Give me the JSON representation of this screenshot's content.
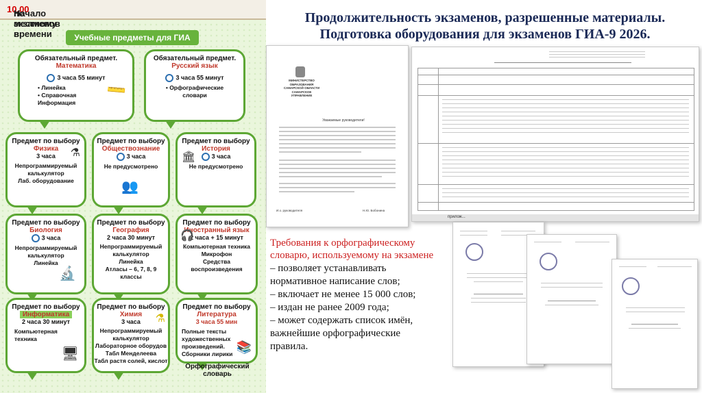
{
  "poster": {
    "header_prefix": "Начало экзаменов в ",
    "header_time": "10.00",
    "header_suffix": " по местному времени",
    "banner": "Учебные предметы  для ГИА",
    "bottom_caption_1": "Орфографический",
    "bottom_caption_2": "словарь",
    "colors": {
      "green": "#5da734",
      "red": "#c0392b",
      "bg": "#eaf6dc"
    },
    "cards": [
      {
        "title": "Обязательный предмет.",
        "subject": "Математика",
        "duration": "3 часа 55 минут",
        "materials": [
          "• Линейка",
          "• Справочная",
          "Информация"
        ],
        "icon": "ruler-icon"
      },
      {
        "title": "Обязательный предмет.",
        "subject": "Русский язык",
        "duration": "3 часа 55 минут",
        "materials": [
          "• Орфографические",
          "словари"
        ],
        "icon": "book-icon"
      },
      {
        "title": "Предмет по выбору",
        "subject": "Физика",
        "duration": "3 часа",
        "materials": [
          "Непрограммируемый",
          "калькулятор",
          "Лаб. оборудование"
        ],
        "icon": "lab-icon"
      },
      {
        "title": "Предмет по выбору",
        "subject": "Обществознание",
        "duration": "3 часа",
        "materials": [
          "Не предусмотрено"
        ],
        "icon": "people-icon"
      },
      {
        "title": "Предмет по выбору",
        "subject": "История",
        "duration": "3 часа",
        "materials": [
          "Не предусмотрено"
        ],
        "icon": "bank-icon"
      },
      {
        "title": "Предмет по выбору",
        "subject": "Биология",
        "duration": "3 часа",
        "materials": [
          "Непрограммируемый",
          "калькулятор",
          "Линейка"
        ],
        "icon": "microscope-icon"
      },
      {
        "title": "Предмет по выбору",
        "subject": "География",
        "duration": "2 часа 30 минут",
        "materials": [
          "Непрограммируемый",
          "калькулятор",
          "Линейка",
          "Атласы – 6, 7, 8, 9",
          "классы"
        ],
        "icon": "globe-icon"
      },
      {
        "title": "Предмет по выбору",
        "subject": "Иностранный язык",
        "duration": "2 часа + 15 минут",
        "materials": [
          "Компьютерная техника",
          "Микрофон",
          "Средства",
          "воспроизведения"
        ],
        "icon": "headphones-icon"
      },
      {
        "title": "Предмет по выбору",
        "subject": "Информатика",
        "duration": "2 часа 30 минут",
        "materials": [
          "Компьютерная",
          "техника"
        ],
        "icon": "computer-icon"
      },
      {
        "title": "Предмет по выбору",
        "subject": "Химия",
        "duration": "3 часа",
        "materials": [
          "Непрограммируемый",
          "калькулятор",
          "Лабораторное оборудов",
          "Табл Менделеева",
          "Табл растя солей, кислот"
        ],
        "icon": "flask-icon"
      },
      {
        "title": "Предмет по выбору",
        "subject": "Литература",
        "duration": "3 часа 55 мин",
        "materials": [
          "Полные тексты",
          "художественных",
          "произведений.",
          "Сборники лирики"
        ],
        "icon": "books-icon"
      }
    ]
  },
  "main_title_line1": "Продолжительность экзаменов, разрешенные материалы.",
  "main_title_line2": "Подготовка оборудования для экзаменов ГИА-9 2026.",
  "letter": {
    "org": [
      "МИНИСТЕРСТВО",
      "ОБРАЗОВАНИЯ",
      "САМАРСКОЙ ОБЛАСТИ",
      "САМАРСКОЕ",
      "УПРАВЛЕНИЕ"
    ],
    "greeting": "Уважаемые руководители!",
    "signer": "Н.Ю. Бобонина",
    "position": "И.о. руководителя"
  },
  "table_doc": {
    "footer": "прилож..."
  },
  "requirements": {
    "title_1": "Требования к орфографическому",
    "title_2": "словарю, используемому на экзамене",
    "items": [
      "– позволяет устанавливать",
      "нормативное написание слов;",
      "– включает не менее 15 000 слов;",
      "– издан не ранее 2009 года;",
      "– может содержать список имён,",
      "важнейшие орфографические",
      "правила."
    ]
  }
}
